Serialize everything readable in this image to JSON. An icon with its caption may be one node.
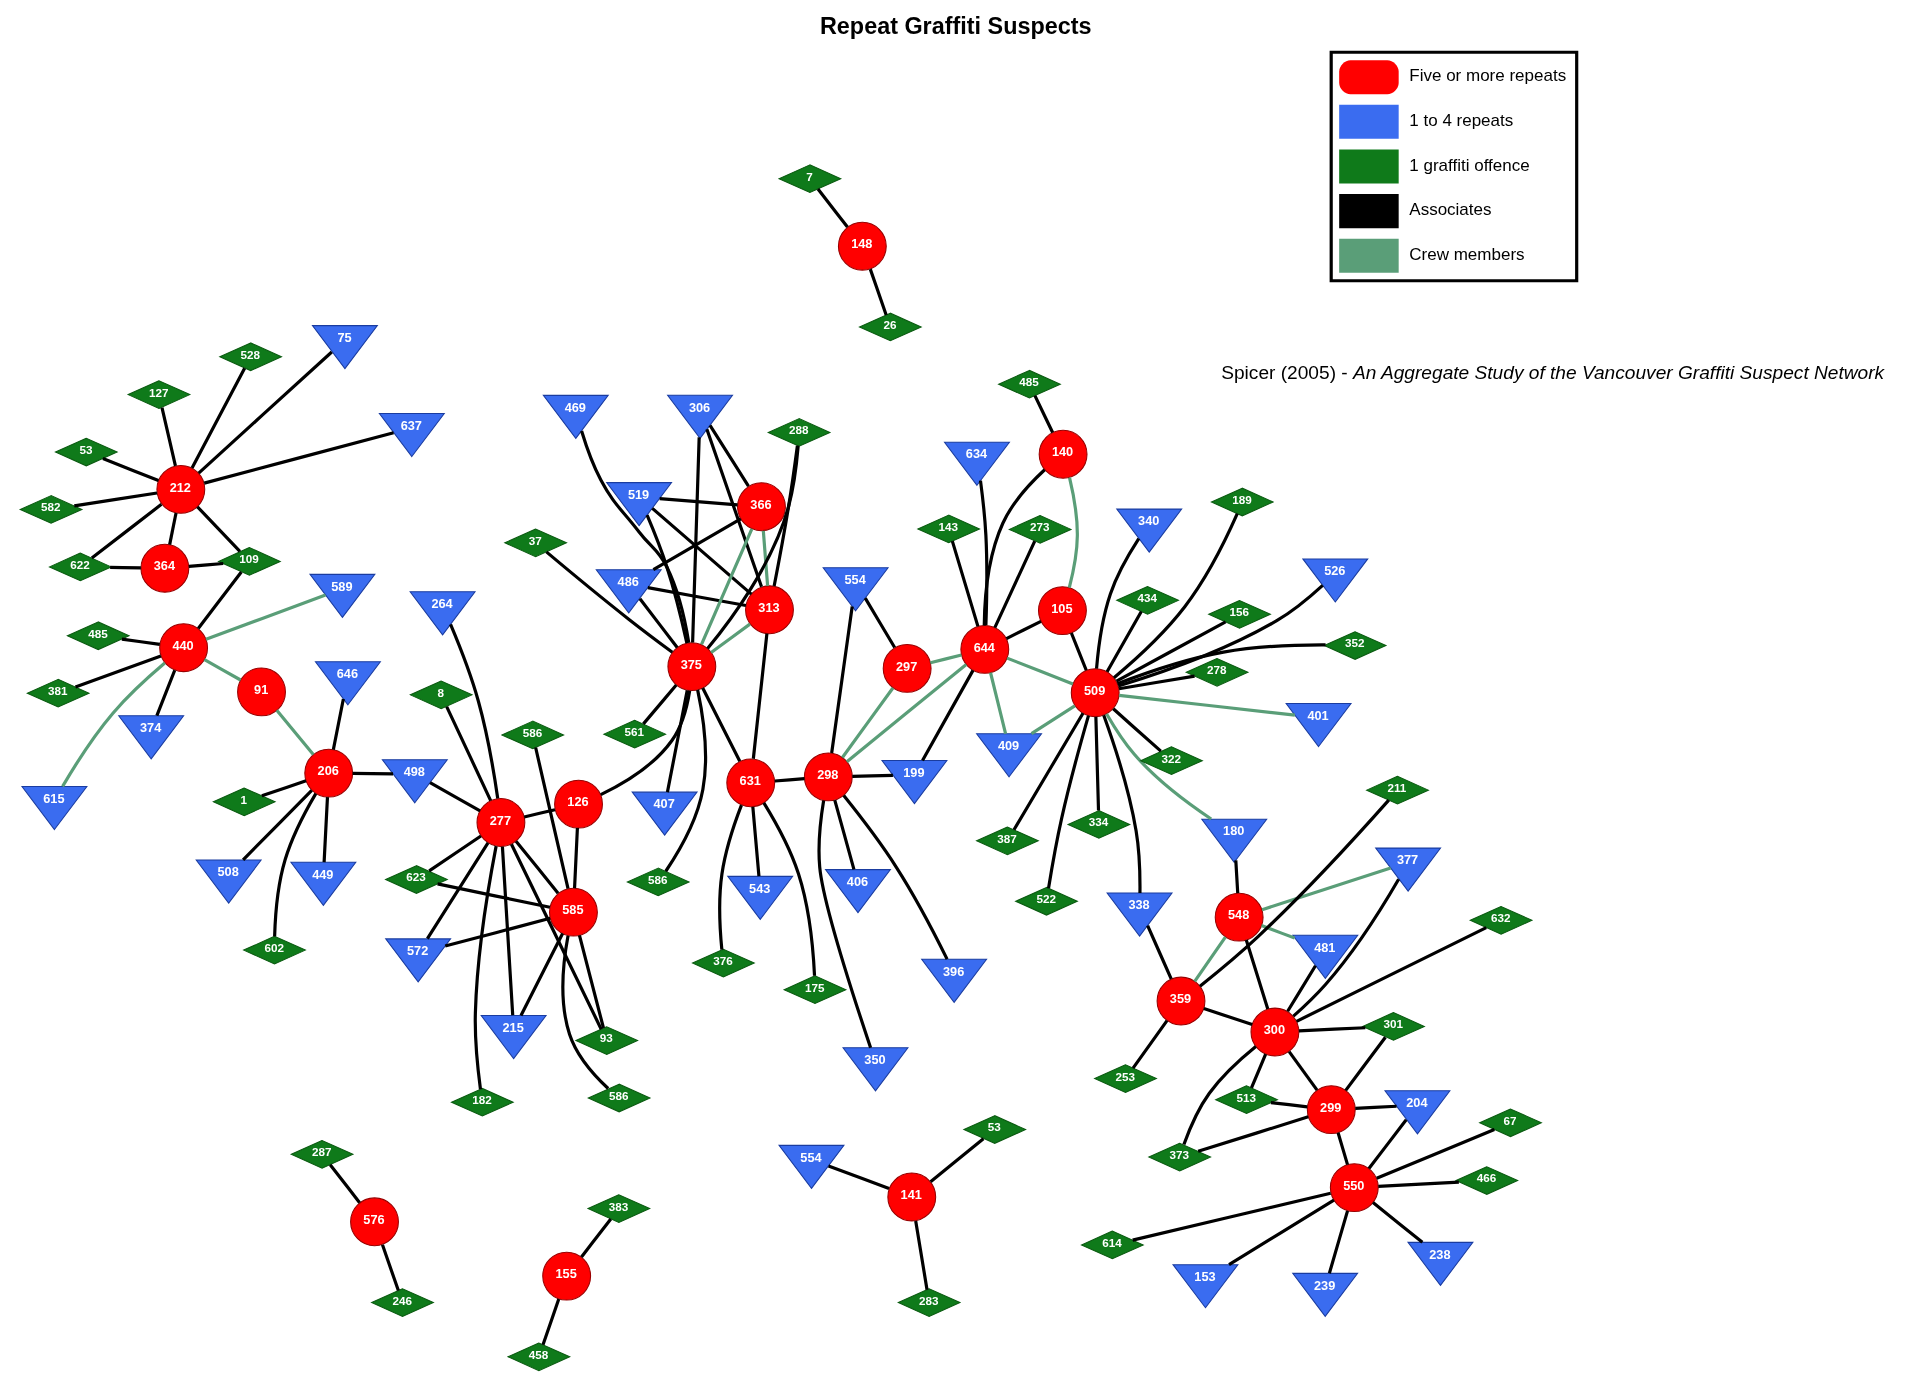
{
  "diagram": {
    "title": "Repeat Graffiti Suspects",
    "caption": "Spicer (2005) - *An Aggregate Study of the Vancouver Graffiti Suspect Network*",
    "nodes": [
      {
        "text": [
          "287"
        ]
      },
      {
        "text": [
          "576"
        ]
      },
      {
        "text": [
          "246"
        ]
      },
      {
        "text": [
          "153"
        ]
      },
      {
        "text": [
          "67"
        ]
      },
      {
        "text": [
          "238"
        ]
      },
      {
        "text": [
          "614"
        ]
      },
      {
        "text": [
          "466"
        ]
      },
      {
        "text": [
          "550"
        ]
      },
      {
        "text": [
          "239"
        ]
      },
      {
        "text": [
          "204"
        ]
      },
      {
        "text": [
          "632"
        ]
      },
      {
        "text": [
          "301"
        ]
      },
      {
        "text": [
          "481"
        ]
      },
      {
        "text": [
          "373"
        ]
      },
      {
        "text": [
          "300"
        ]
      },
      {
        "text": [
          "377"
        ]
      },
      {
        "text": [
          "513"
        ]
      },
      {
        "text": [
          "299"
        ]
      },
      {
        "text": [
          "211"
        ]
      },
      {
        "text": [
          "253"
        ]
      },
      {
        "text": [
          "359"
        ]
      },
      {
        "text": [
          "143"
        ]
      },
      {
        "text": [
          "180"
        ]
      },
      {
        "text": [
          "548"
        ]
      },
      {
        "text": [
          "140"
        ]
      },
      {
        "text": [
          "273"
        ]
      },
      {
        "text": [
          "634"
        ]
      },
      {
        "text": [
          "644"
        ]
      },
      {
        "text": [
          "105"
        ]
      },
      {
        "text": [
          "485"
        ]
      },
      {
        "text": [
          "376"
        ]
      },
      {
        "text": [
          "175"
        ]
      },
      {
        "text": [
          "469"
        ]
      },
      {
        "text": [
          "543"
        ]
      },
      {
        "text": [
          "37"
        ]
      },
      {
        "text": [
          "313"
        ]
      },
      {
        "text": [
          "631"
        ]
      },
      {
        "text": [
          "350"
        ]
      },
      {
        "text": [
          "278"
        ]
      },
      {
        "text": [
          "352"
        ]
      },
      {
        "text": [
          "387"
        ]
      },
      {
        "text": [
          "338"
        ]
      },
      {
        "text": [
          "589"
        ]
      },
      {
        "text": [
          "485"
        ]
      },
      {
        "text": [
          "519"
        ]
      },
      {
        "text": [
          "409"
        ]
      },
      {
        "text": [
          "509"
        ]
      },
      {
        "text": [
          "522"
        ]
      },
      {
        "text": [
          "322"
        ]
      },
      {
        "text": [
          "375"
        ]
      },
      {
        "text": [
          "561"
        ]
      },
      {
        "text": [
          "298"
        ]
      },
      {
        "text": [
          "306"
        ]
      },
      {
        "text": [
          "199"
        ]
      },
      {
        "text": [
          "526"
        ]
      },
      {
        "text": [
          "189"
        ]
      },
      {
        "text": [
          "364"
        ]
      },
      {
        "text": [
          "374"
        ]
      },
      {
        "text": [
          "440"
        ]
      },
      {
        "text": [
          "288"
        ]
      },
      {
        "text": [
          "396"
        ]
      },
      {
        "text": [
          "434"
        ]
      },
      {
        "text": [
          "156"
        ]
      },
      {
        "text": [
          "340"
        ]
      },
      {
        "text": [
          "381"
        ]
      },
      {
        "text": [
          "366"
        ]
      },
      {
        "text": [
          "407"
        ]
      },
      {
        "text": [
          "486"
        ]
      },
      {
        "text": [
          "406"
        ]
      },
      {
        "text": [
          "401"
        ]
      },
      {
        "text": [
          "334"
        ]
      },
      {
        "text": [
          "622"
        ]
      },
      {
        "text": [
          "615"
        ]
      },
      {
        "text": [
          "75"
        ]
      },
      {
        "text": [
          "554"
        ]
      },
      {
        "text": [
          "297"
        ]
      },
      {
        "text": [
          "109"
        ]
      },
      {
        "text": [
          "586"
        ]
      },
      {
        "text": [
          "586"
        ]
      },
      {
        "text": [
          "586"
        ]
      },
      {
        "text": [
          "212"
        ]
      },
      {
        "text": [
          "91"
        ]
      },
      {
        "text": [
          "585"
        ]
      },
      {
        "text": [
          "582"
        ]
      },
      {
        "text": [
          "126"
        ]
      },
      {
        "text": [
          "449"
        ]
      },
      {
        "text": [
          "127"
        ]
      },
      {
        "text": [
          "53"
        ]
      },
      {
        "text": [
          "528"
        ]
      },
      {
        "text": [
          "572"
        ]
      },
      {
        "text": [
          "7"
        ]
      },
      {
        "text": [
          "554"
        ]
      },
      {
        "text": [
          "53"
        ]
      },
      {
        "text": [
          "148"
        ]
      },
      {
        "text": [
          "646"
        ]
      },
      {
        "text": [
          "283"
        ]
      },
      {
        "text": [
          "26"
        ]
      },
      {
        "text": [
          "215"
        ]
      },
      {
        "text": [
          "637"
        ]
      },
      {
        "text": [
          "206"
        ]
      },
      {
        "text": [
          "264"
        ]
      },
      {
        "text": [
          "623"
        ]
      },
      {
        "text": [
          "141"
        ]
      },
      {
        "text": [
          "508"
        ]
      },
      {
        "text": [
          "498"
        ]
      },
      {
        "text": [
          "155"
        ]
      },
      {
        "text": [
          "383"
        ]
      },
      {
        "text": [
          "277"
        ]
      },
      {
        "text": [
          "182"
        ]
      },
      {
        "text": [
          "93"
        ]
      },
      {
        "text": [
          "602"
        ]
      },
      {
        "text": [
          "1"
        ]
      },
      {
        "text": [
          "458"
        ]
      },
      {
        "text": [
          "8"
        ]
      }
    ],
    "edges": [
      {
        "from": 1,
        "to": 0,
        "arrow": "none"
      },
      {
        "from": 1,
        "to": 2,
        "arrow": "none"
      },
      {
        "from": 8,
        "to": 5,
        "arrow": "none"
      },
      {
        "from": 8,
        "to": 3,
        "arrow": "none"
      },
      {
        "from": 8,
        "to": 4,
        "arrow": "none"
      },
      {
        "from": 8,
        "to": 6,
        "arrow": "none"
      },
      {
        "from": 8,
        "to": 7,
        "arrow": "none"
      },
      {
        "from": 8,
        "to": 9,
        "arrow": "none"
      },
      {
        "from": 8,
        "to": 10,
        "arrow": "none"
      },
      {
        "from": 8,
        "to": 18,
        "arrow": "none"
      },
      {
        "from": 10,
        "to": 18,
        "arrow": "none"
      },
      {
        "from": 15,
        "to": 11,
        "arrow": "none"
      },
      {
        "from": 15,
        "to": 12,
        "arrow": "none"
      },
      {
        "from": 15,
        "to": 13,
        "arrow": "none"
      },
      {
        "from": 15,
        "to": 14,
        "arrow": "none"
      },
      {
        "from": 15,
        "to": 17,
        "arrow": "none"
      },
      {
        "from": 15,
        "to": 16,
        "arrow": "none"
      },
      {
        "from": 15,
        "to": 18,
        "arrow": "none"
      },
      {
        "from": 15,
        "to": 24,
        "arrow": "none"
      },
      {
        "from": 15,
        "to": 21,
        "arrow": "none"
      },
      {
        "from": 18,
        "to": 14,
        "arrow": "none"
      },
      {
        "from": 18,
        "to": 12,
        "arrow": "none"
      },
      {
        "from": 18,
        "to": 17,
        "arrow": "none"
      },
      {
        "from": 13,
        "to": 24,
        "arrow": "none",
        "color": "#5a9e78"
      },
      {
        "from": 16,
        "to": 24,
        "arrow": "none",
        "color": "#5a9e78"
      },
      {
        "from": 24,
        "to": 23,
        "arrow": "none"
      },
      {
        "from": 24,
        "to": 21,
        "arrow": "none",
        "color": "#5a9e78"
      },
      {
        "from": 21,
        "to": 19,
        "arrow": "none"
      },
      {
        "from": 21,
        "to": 20,
        "arrow": "none"
      },
      {
        "from": 21,
        "to": 42,
        "arrow": "none"
      },
      {
        "from": 28,
        "to": 22,
        "arrow": "none"
      },
      {
        "from": 28,
        "to": 26,
        "arrow": "none"
      },
      {
        "from": 28,
        "to": 27,
        "arrow": "none"
      },
      {
        "from": 28,
        "to": 25,
        "arrow": "none"
      },
      {
        "from": 28,
        "to": 29,
        "arrow": "none"
      },
      {
        "from": 28,
        "to": 54,
        "arrow": "none"
      },
      {
        "from": 28,
        "to": 52,
        "arrow": "none",
        "color": "#5a9e78"
      },
      {
        "from": 28,
        "to": 76,
        "arrow": "none",
        "color": "#5a9e78"
      },
      {
        "from": 28,
        "to": 46,
        "arrow": "none",
        "color": "#5a9e78"
      },
      {
        "from": 28,
        "to": 47,
        "arrow": "none",
        "color": "#5a9e78"
      },
      {
        "from": 29,
        "to": 25,
        "arrow": "none",
        "color": "#5a9e78"
      },
      {
        "from": 25,
        "to": 30,
        "arrow": "none"
      },
      {
        "from": 23,
        "to": 47,
        "arrow": "none",
        "color": "#5a9e78"
      },
      {
        "from": 47,
        "to": 39,
        "arrow": "none"
      },
      {
        "from": 47,
        "to": 40,
        "arrow": "none"
      },
      {
        "from": 47,
        "to": 41,
        "arrow": "none"
      },
      {
        "from": 47,
        "to": 29,
        "arrow": "none"
      },
      {
        "from": 47,
        "to": 42,
        "arrow": "none"
      },
      {
        "from": 47,
        "to": 48,
        "arrow": "none"
      },
      {
        "from": 47,
        "to": 49,
        "arrow": "none"
      },
      {
        "from": 47,
        "to": 56,
        "arrow": "none"
      },
      {
        "from": 47,
        "to": 64,
        "arrow": "none"
      },
      {
        "from": 47,
        "to": 62,
        "arrow": "none"
      },
      {
        "from": 47,
        "to": 70,
        "arrow": "none",
        "color": "#5a9e78"
      },
      {
        "from": 47,
        "to": 63,
        "arrow": "none"
      },
      {
        "from": 47,
        "to": 71,
        "arrow": "none"
      },
      {
        "from": 47,
        "to": 55,
        "arrow": "none"
      },
      {
        "from": 47,
        "to": 46,
        "arrow": "none",
        "color": "#5a9e78"
      },
      {
        "from": 37,
        "to": 31,
        "arrow": "none"
      },
      {
        "from": 37,
        "to": 32,
        "arrow": "none"
      },
      {
        "from": 37,
        "to": 34,
        "arrow": "none"
      },
      {
        "from": 37,
        "to": 36,
        "arrow": "none"
      },
      {
        "from": 37,
        "to": 50,
        "arrow": "none"
      },
      {
        "from": 37,
        "to": 52,
        "arrow": "none"
      },
      {
        "from": 36,
        "to": 45,
        "arrow": "none"
      },
      {
        "from": 36,
        "to": 60,
        "arrow": "none"
      },
      {
        "from": 36,
        "to": 66,
        "arrow": "none",
        "color": "#5a9e78"
      },
      {
        "from": 36,
        "to": 50,
        "arrow": "none",
        "color": "#5a9e78"
      },
      {
        "from": 36,
        "to": 68,
        "arrow": "none"
      },
      {
        "from": 36,
        "to": 53,
        "arrow": "none"
      },
      {
        "from": 35,
        "to": 50,
        "arrow": "none"
      },
      {
        "from": 33,
        "to": 50,
        "arrow": "none"
      },
      {
        "from": 50,
        "to": 45,
        "arrow": "none"
      },
      {
        "from": 50,
        "to": 60,
        "arrow": "none"
      },
      {
        "from": 50,
        "to": 67,
        "arrow": "none"
      },
      {
        "from": 50,
        "to": 51,
        "arrow": "none"
      },
      {
        "from": 50,
        "to": 68,
        "arrow": "none"
      },
      {
        "from": 50,
        "to": 78,
        "arrow": "none"
      },
      {
        "from": 50,
        "to": 85,
        "arrow": "none"
      },
      {
        "from": 50,
        "to": 66,
        "arrow": "none",
        "color": "#5a9e78"
      },
      {
        "from": 50,
        "to": 53,
        "arrow": "none"
      },
      {
        "from": 66,
        "to": 45,
        "arrow": "none"
      },
      {
        "from": 66,
        "to": 53,
        "arrow": "none"
      },
      {
        "from": 66,
        "to": 68,
        "arrow": "none"
      },
      {
        "from": 52,
        "to": 61,
        "arrow": "none"
      },
      {
        "from": 52,
        "to": 69,
        "arrow": "none"
      },
      {
        "from": 52,
        "to": 75,
        "arrow": "none"
      },
      {
        "from": 52,
        "to": 54,
        "arrow": "none"
      },
      {
        "from": 52,
        "to": 76,
        "arrow": "none",
        "color": "#5a9e78"
      },
      {
        "from": 52,
        "to": 38,
        "arrow": "none"
      },
      {
        "from": 76,
        "to": 75,
        "arrow": "none"
      },
      {
        "from": 81,
        "to": 74,
        "arrow": "none"
      },
      {
        "from": 81,
        "to": 88,
        "arrow": "none"
      },
      {
        "from": 81,
        "to": 89,
        "arrow": "none"
      },
      {
        "from": 81,
        "to": 99,
        "arrow": "none"
      },
      {
        "from": 81,
        "to": 87,
        "arrow": "none"
      },
      {
        "from": 81,
        "to": 84,
        "arrow": "none"
      },
      {
        "from": 81,
        "to": 77,
        "arrow": "none"
      },
      {
        "from": 81,
        "to": 72,
        "arrow": "none"
      },
      {
        "from": 81,
        "to": 57,
        "arrow": "none"
      },
      {
        "from": 57,
        "to": 72,
        "arrow": "none"
      },
      {
        "from": 57,
        "to": 77,
        "arrow": "none"
      },
      {
        "from": 77,
        "to": 59,
        "arrow": "none"
      },
      {
        "from": 59,
        "to": 58,
        "arrow": "none"
      },
      {
        "from": 59,
        "to": 44,
        "arrow": "none"
      },
      {
        "from": 59,
        "to": 65,
        "arrow": "none"
      },
      {
        "from": 59,
        "to": 43,
        "arrow": "none",
        "color": "#5a9e78"
      },
      {
        "from": 59,
        "to": 73,
        "arrow": "none",
        "color": "#5a9e78"
      },
      {
        "from": 59,
        "to": 82,
        "arrow": "none",
        "color": "#5a9e78"
      },
      {
        "from": 82,
        "to": 100,
        "arrow": "none",
        "color": "#5a9e78"
      },
      {
        "from": 100,
        "to": 86,
        "arrow": "none"
      },
      {
        "from": 100,
        "to": 95,
        "arrow": "none"
      },
      {
        "from": 100,
        "to": 104,
        "arrow": "none"
      },
      {
        "from": 100,
        "to": 111,
        "arrow": "none"
      },
      {
        "from": 100,
        "to": 112,
        "arrow": "none"
      },
      {
        "from": 100,
        "to": 105,
        "arrow": "none"
      },
      {
        "from": 108,
        "to": 105,
        "arrow": "none"
      },
      {
        "from": 103,
        "to": 92,
        "arrow": "none"
      },
      {
        "from": 103,
        "to": 93,
        "arrow": "none"
      },
      {
        "from": 103,
        "to": 96,
        "arrow": "none"
      },
      {
        "from": 83,
        "to": 79,
        "arrow": "none"
      },
      {
        "from": 83,
        "to": 80,
        "arrow": "none"
      },
      {
        "from": 83,
        "to": 85,
        "arrow": "none"
      },
      {
        "from": 83,
        "to": 90,
        "arrow": "none"
      },
      {
        "from": 83,
        "to": 108,
        "arrow": "none"
      },
      {
        "from": 83,
        "to": 102,
        "arrow": "none"
      },
      {
        "from": 83,
        "to": 110,
        "arrow": "none"
      },
      {
        "from": 83,
        "to": 98,
        "arrow": "none"
      },
      {
        "from": 108,
        "to": 85,
        "arrow": "none"
      },
      {
        "from": 108,
        "to": 90,
        "arrow": "none"
      },
      {
        "from": 108,
        "to": 102,
        "arrow": "none"
      },
      {
        "from": 108,
        "to": 98,
        "arrow": "none"
      },
      {
        "from": 108,
        "to": 101,
        "arrow": "none"
      },
      {
        "from": 108,
        "to": 109,
        "arrow": "none"
      },
      {
        "from": 108,
        "to": 114,
        "arrow": "none"
      },
      {
        "from": 108,
        "to": 110,
        "arrow": "none"
      },
      {
        "from": 94,
        "to": 91,
        "arrow": "none"
      },
      {
        "from": 94,
        "to": 97,
        "arrow": "none"
      },
      {
        "from": 106,
        "to": 107,
        "arrow": "none"
      },
      {
        "from": 106,
        "to": 113,
        "arrow": "none"
      }
    ],
    "legend": [
      {
        "text": "Five or more repeats"
      },
      {
        "text": "1 to 4 repeats"
      },
      {
        "text": "1 graffiti offence"
      },
      {
        "text": "Associates"
      },
      {
        "text": "Crew members"
      }
    ]
  }
}
